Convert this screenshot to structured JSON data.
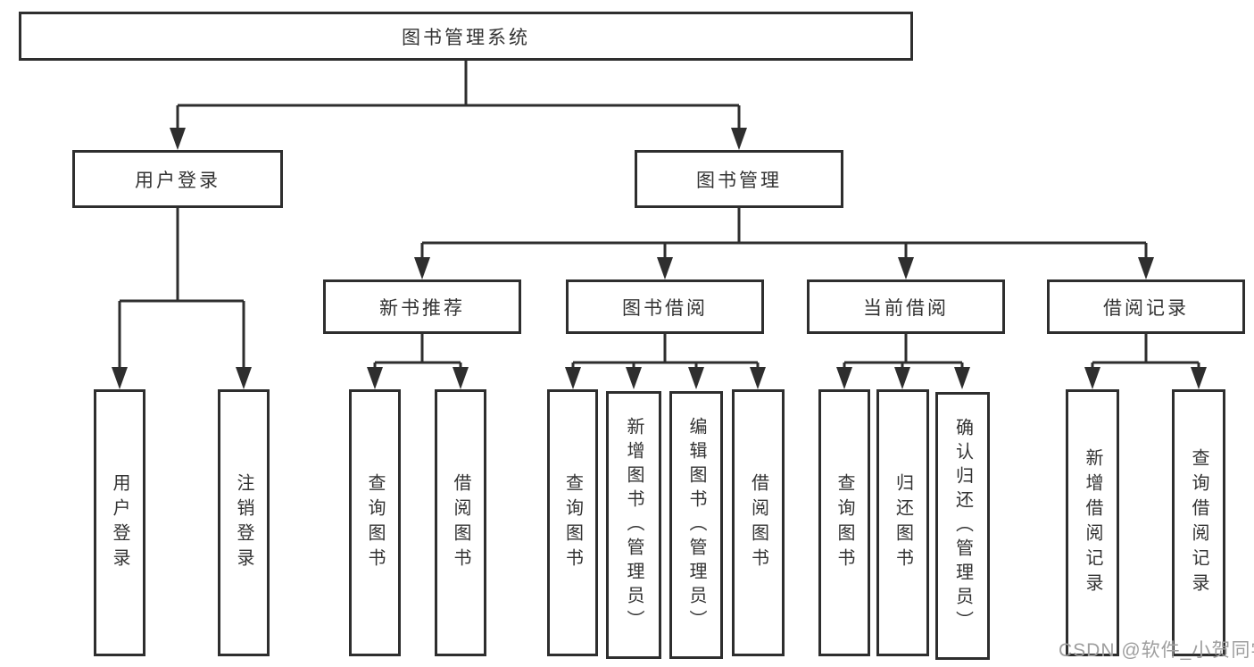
{
  "diagram": {
    "root": "图书管理系统",
    "level2": {
      "user_login": "用户登录",
      "book_mgmt": "图书管理"
    },
    "login_children": [
      "用户登录",
      "注销登录"
    ],
    "level3": [
      "新书推荐",
      "图书借阅",
      "当前借阅",
      "借阅记录"
    ],
    "new_book_children": [
      "查询图书",
      "借阅图书"
    ],
    "borrow_children": [
      "查询图书",
      "新增图书（管理员）",
      "编辑图书（管理员）",
      "借阅图书"
    ],
    "current_children": [
      "查询图书",
      "归还图书",
      "确认归还（管理员）"
    ],
    "record_children": [
      "新增借阅记录",
      "查询借阅记录"
    ],
    "watermark": "CSDN @软件_小贺同学",
    "colors": {
      "line": "#2e2e2e",
      "text": "#333333",
      "background": "#ffffff",
      "watermark": "#9e9e9e"
    }
  }
}
